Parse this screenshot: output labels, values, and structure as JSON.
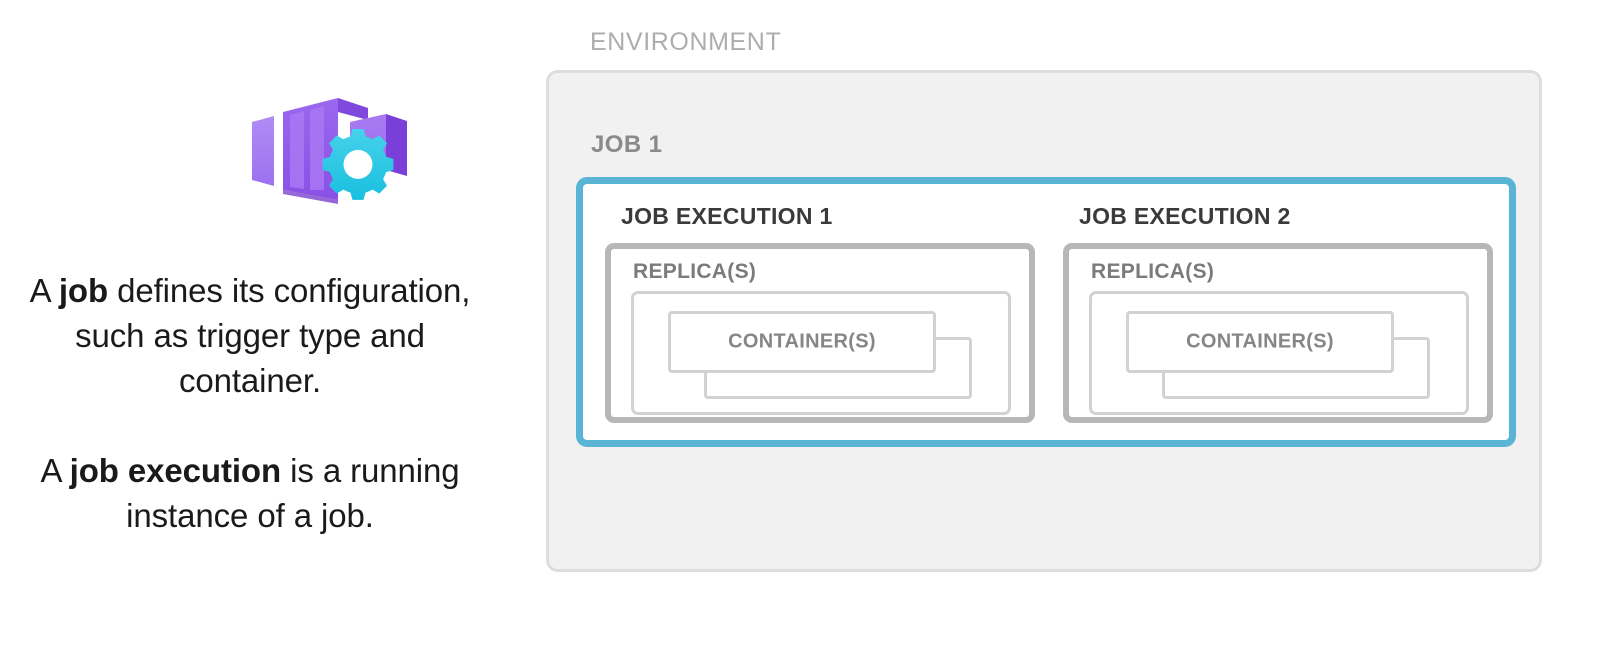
{
  "diagram": {
    "title_icon": "azure-container-apps-jobs-icon",
    "environment_label": "ENVIRONMENT",
    "job_label": "JOB 1",
    "executions": [
      {
        "title": "JOB EXECUTION 1",
        "replica_label": "REPLICA(S)",
        "container_label": "CONTAINER(S)"
      },
      {
        "title": "JOB EXECUTION 2",
        "replica_label": "REPLICA(S)",
        "container_label": "CONTAINER(S)"
      }
    ],
    "colors": {
      "accent_blue": "#5ab4d6",
      "environment_fill": "#f1f1f1",
      "environment_border": "#dddddd",
      "replica_border": "#b7b7b7",
      "container_border": "#d2d2d2",
      "environment_label_text": "#adadad",
      "job_label_text": "#8a8a8a",
      "execution_title_text": "#3a3a3a",
      "replica_label_text": "#7b7b7b",
      "container_label_text": "#868686",
      "icon_purple_light": "#a779f0",
      "icon_purple_mid": "#8b52e6",
      "icon_purple_dark": "#7b3fd9",
      "icon_cyan": "#32c8e4"
    }
  },
  "caption": {
    "para1": {
      "before": "A ",
      "bold": "job",
      "after": " defines its configuration, such as trigger type and container."
    },
    "para2": {
      "before": "A ",
      "bold": "job execution",
      "after": " is a running instance of a job."
    }
  }
}
